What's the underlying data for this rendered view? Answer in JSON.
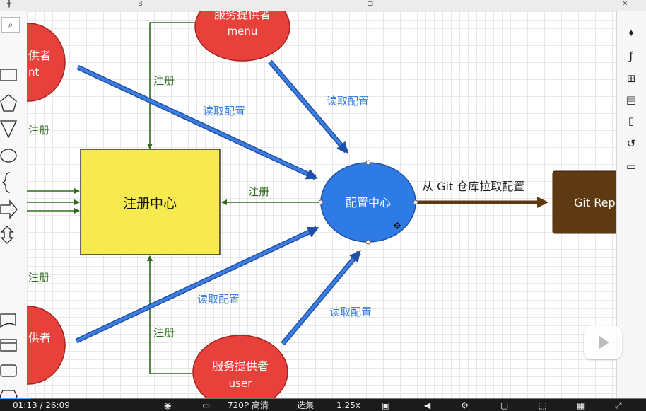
{
  "diagram": {
    "registry": "注册中心",
    "config_center": "配置中心",
    "git_repo": "Git Reposit",
    "provider_menu": {
      "line1": "服务提供者",
      "line2": "menu"
    },
    "provider_user": {
      "line1": "服务提供者",
      "line2": "user"
    },
    "partial_top_left": {
      "line1": "供者",
      "line2": "nt"
    },
    "partial_bottom_left": {
      "line1": "供者"
    },
    "edge_labels": {
      "register_menu": "注册",
      "register_user": "注册",
      "register_config": "注册",
      "left_register_top": "注册",
      "left_register_bottom": "注册",
      "read_topleft": "读取配置",
      "read_menu": "读取配置",
      "read_bottomleft": "读取配置",
      "read_user": "读取配置",
      "pull_git": "从 Git 仓库拉取配置"
    },
    "colors": {
      "provider": "#e8413b",
      "registry": "#f7ea4e",
      "config": "#2f7be6",
      "git": "#5e3a12",
      "arrow_blue": "#2f6fd6",
      "arrow_green": "#2e6b1f"
    }
  },
  "player": {
    "time_current": "01:13",
    "time_total": "26:09",
    "quality": "720P 高清",
    "episodes": "选集",
    "speed": "1.25x",
    "progress": 0.047
  }
}
